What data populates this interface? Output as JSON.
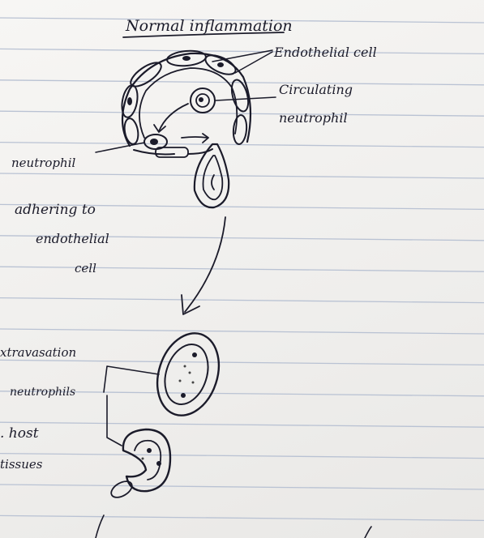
{
  "title": "Normal inflammation",
  "labels": {
    "endothelial": "Endothelial cell",
    "circulating_1": "Circulating",
    "circulating_2": "neutrophil",
    "adhering_1": "neutrophil",
    "adhering_2": "adhering to",
    "adhering_3": "endothelial",
    "adhering_4": "cell",
    "extrav_1": "xtravasation",
    "extrav_2": "neutrophils",
    "extrav_3": ". host",
    "extrav_4": "tissues"
  },
  "colors": {
    "paper": "#f3f2f0",
    "ruling": "#b9c2d3",
    "ink": "#1b1b2a"
  }
}
